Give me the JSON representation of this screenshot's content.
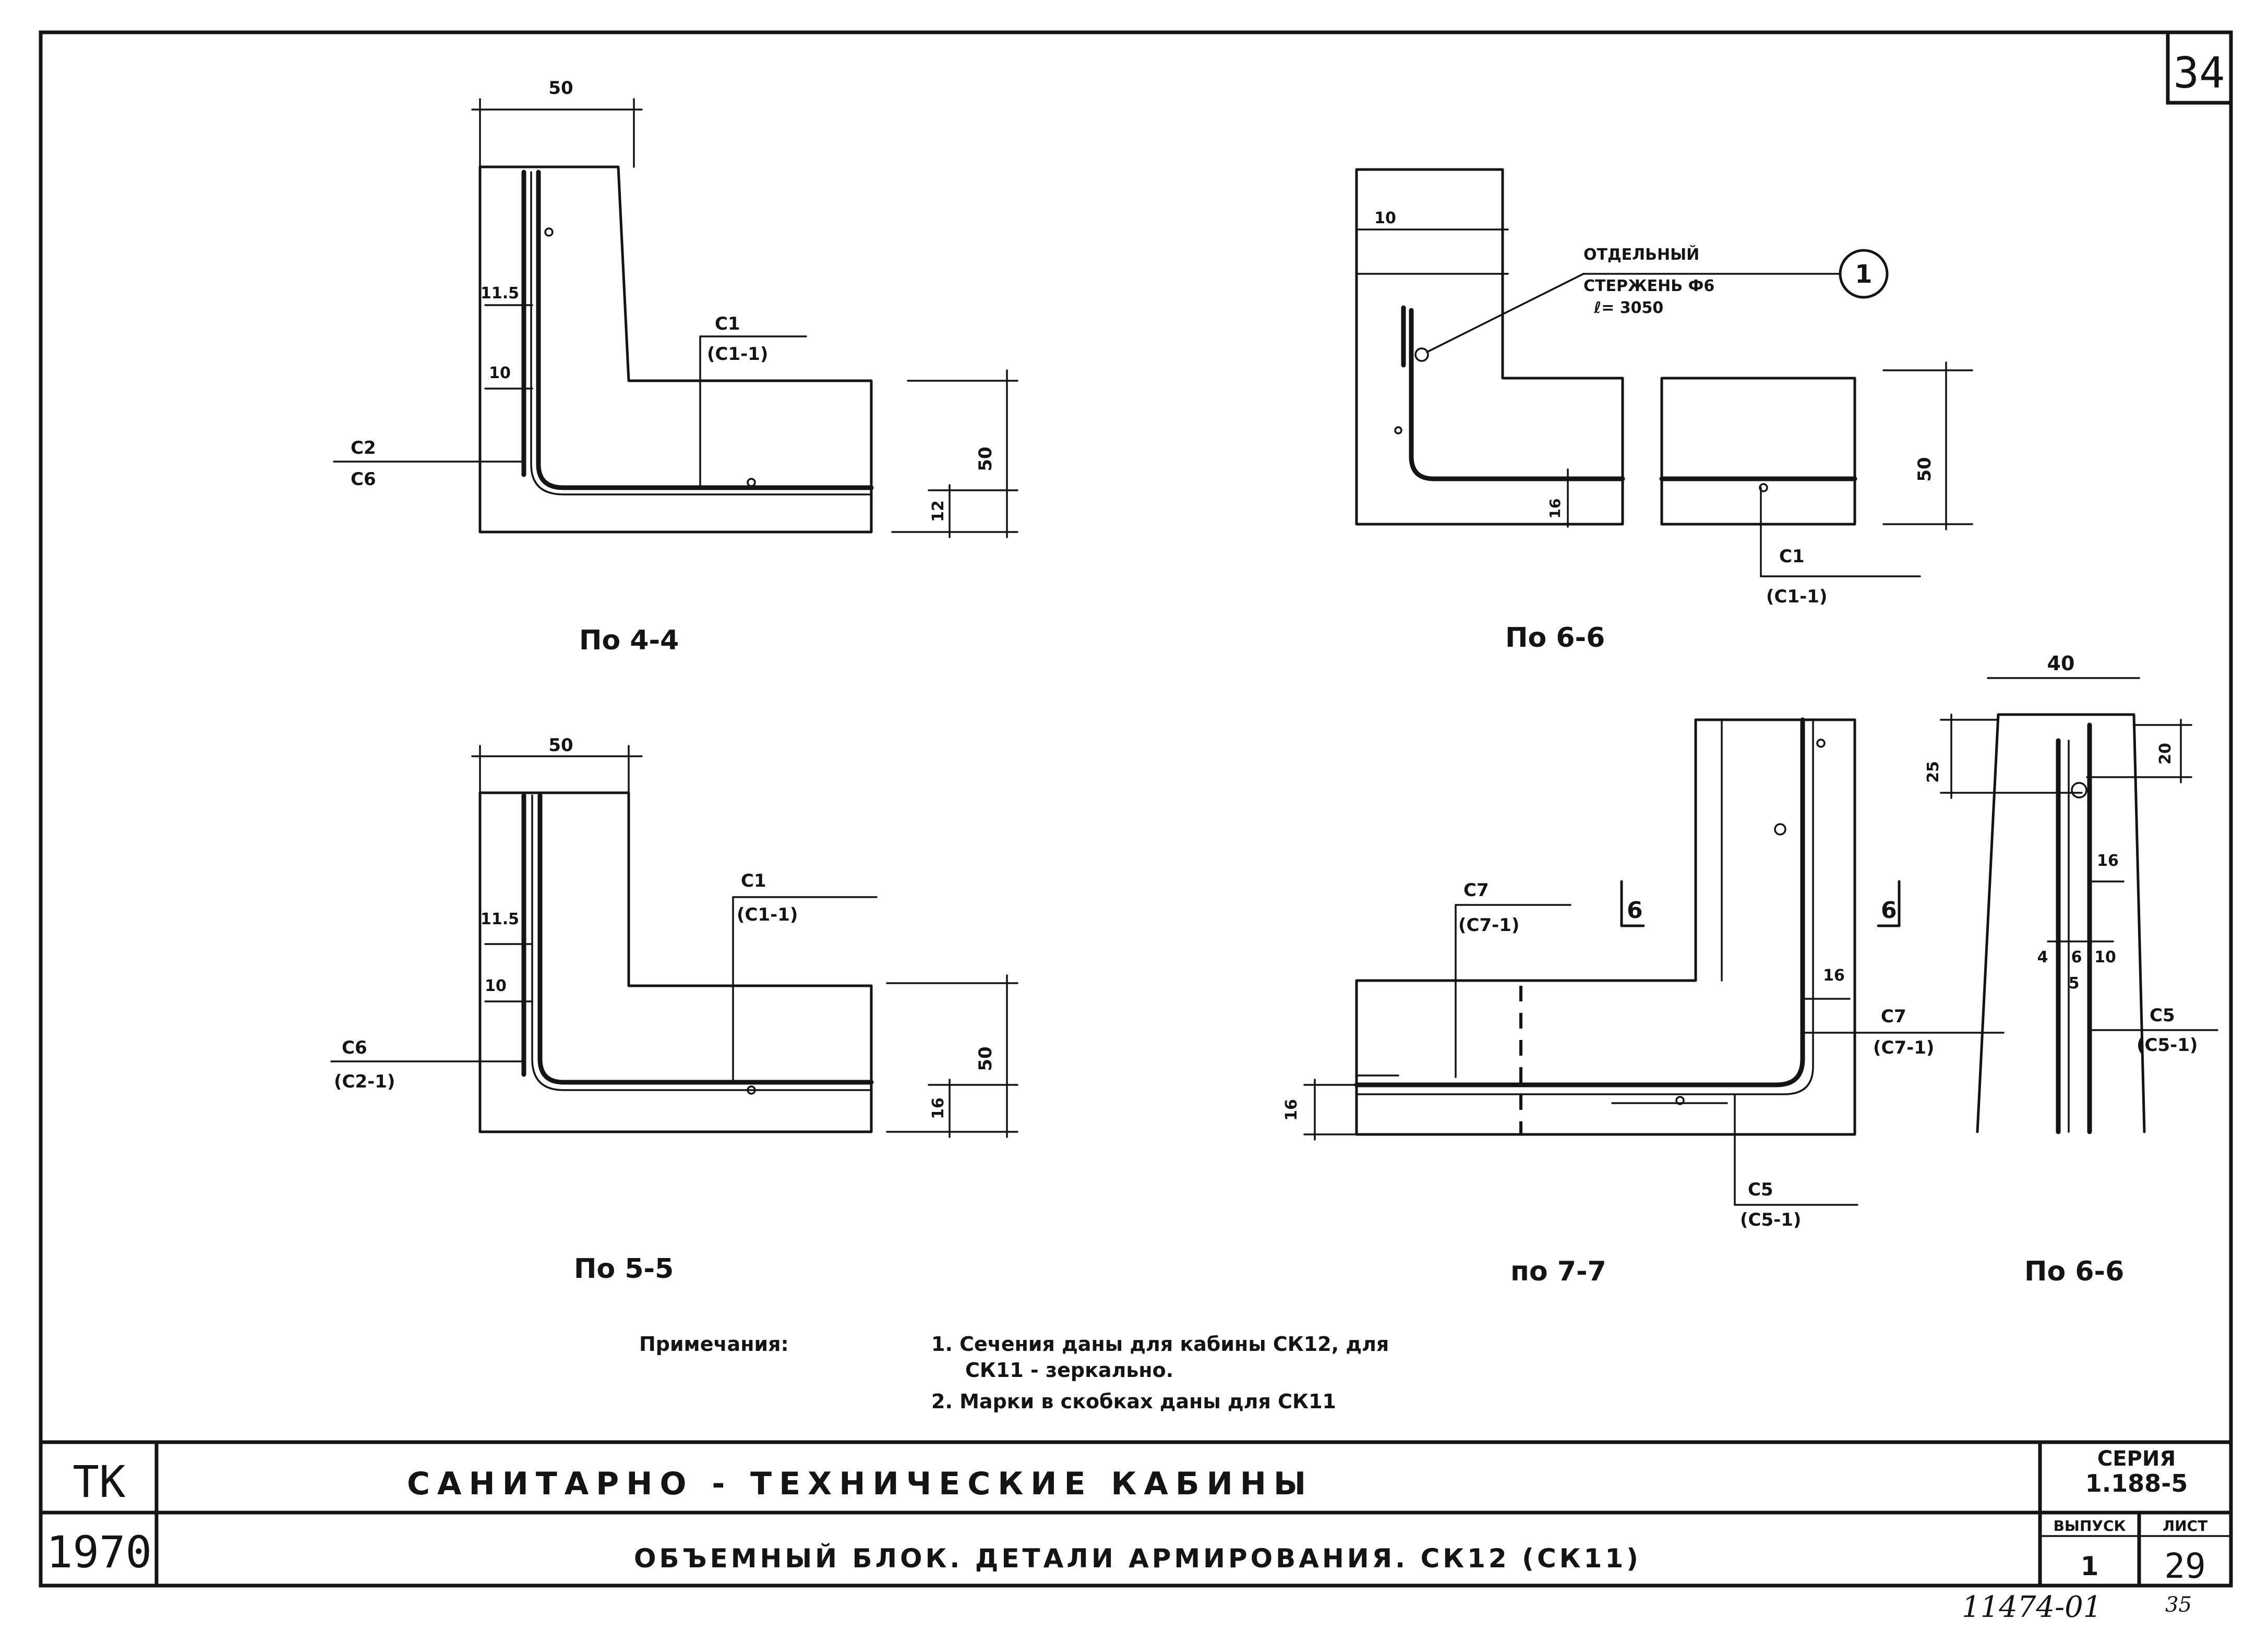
{
  "sheet_number": "34",
  "views": {
    "v44": {
      "title": "По 4-4",
      "dims": {
        "top": "50",
        "a": "11.5",
        "b": "10",
        "height": "50",
        "low": "12"
      },
      "marks": {
        "upper_top": "С1",
        "upper_bot": "(С1-1)",
        "left_top": "С2",
        "left_bot": "С6"
      }
    },
    "v66": {
      "title": "По 6-6",
      "dims": {
        "top": "10",
        "height": "50",
        "low": "16"
      },
      "note_line1": "ОТДЕЛЬНЫЙ",
      "note_line2": "СТЕРЖЕНЬ Ф6",
      "note_line3": "ℓ= 3050",
      "callout": "1",
      "marks": {
        "top": "С1",
        "bot": "(С1-1)"
      }
    },
    "v55": {
      "title": "По 5-5",
      "dims": {
        "top": "50",
        "a": "11.5",
        "b": "10",
        "height": "50",
        "low": "16"
      },
      "marks": {
        "upper_top": "С1",
        "upper_bot": "(С1-1)",
        "left_top": "С6",
        "left_bot": "(С2-1)"
      }
    },
    "v77": {
      "title": "по 7-7",
      "dims": {
        "right": "16",
        "low": "16"
      },
      "cut_left": "6",
      "cut_right": "6",
      "marks": {
        "upper_top": "С7",
        "upper_bot": "(С7-1)",
        "right_top": "С7",
        "right_bot": "(С7-1)",
        "bottom_top": "С5",
        "bottom_bot": "(С5-1)"
      }
    },
    "v66b": {
      "title": "По 6-6",
      "dims": {
        "top": "40",
        "left": "25",
        "right": "20",
        "mid": "16",
        "s4": "4",
        "s6": "6",
        "s10": "10",
        "s5": "5"
      },
      "marks": {
        "top": "С5",
        "bot": "(С5-1)"
      }
    }
  },
  "notes": {
    "heading": "Примечания:",
    "line1": "1. Сечения даны для кабины СК12, для",
    "line2": "СК11 - зеркально.",
    "line3": "2. Марки в скобках даны для СК11"
  },
  "title_block": {
    "org_code": "ТК",
    "year": "1970",
    "main_title": "САНИТАРНО - ТЕХНИЧЕСКИЕ КАБИНЫ",
    "sub_title": "ОБЪЕМНЫЙ БЛОК. ДЕТАЛИ АРМИРОВАНИЯ. СК12 (СК11)",
    "series_label": "СЕРИЯ",
    "series_value": "1.188-5",
    "issue_label": "ВЫПУСК",
    "issue_value": "1",
    "sheet_label": "ЛИСТ",
    "sheet_value": "29"
  },
  "footer": {
    "archive_no": "11474-01",
    "page": "35"
  }
}
